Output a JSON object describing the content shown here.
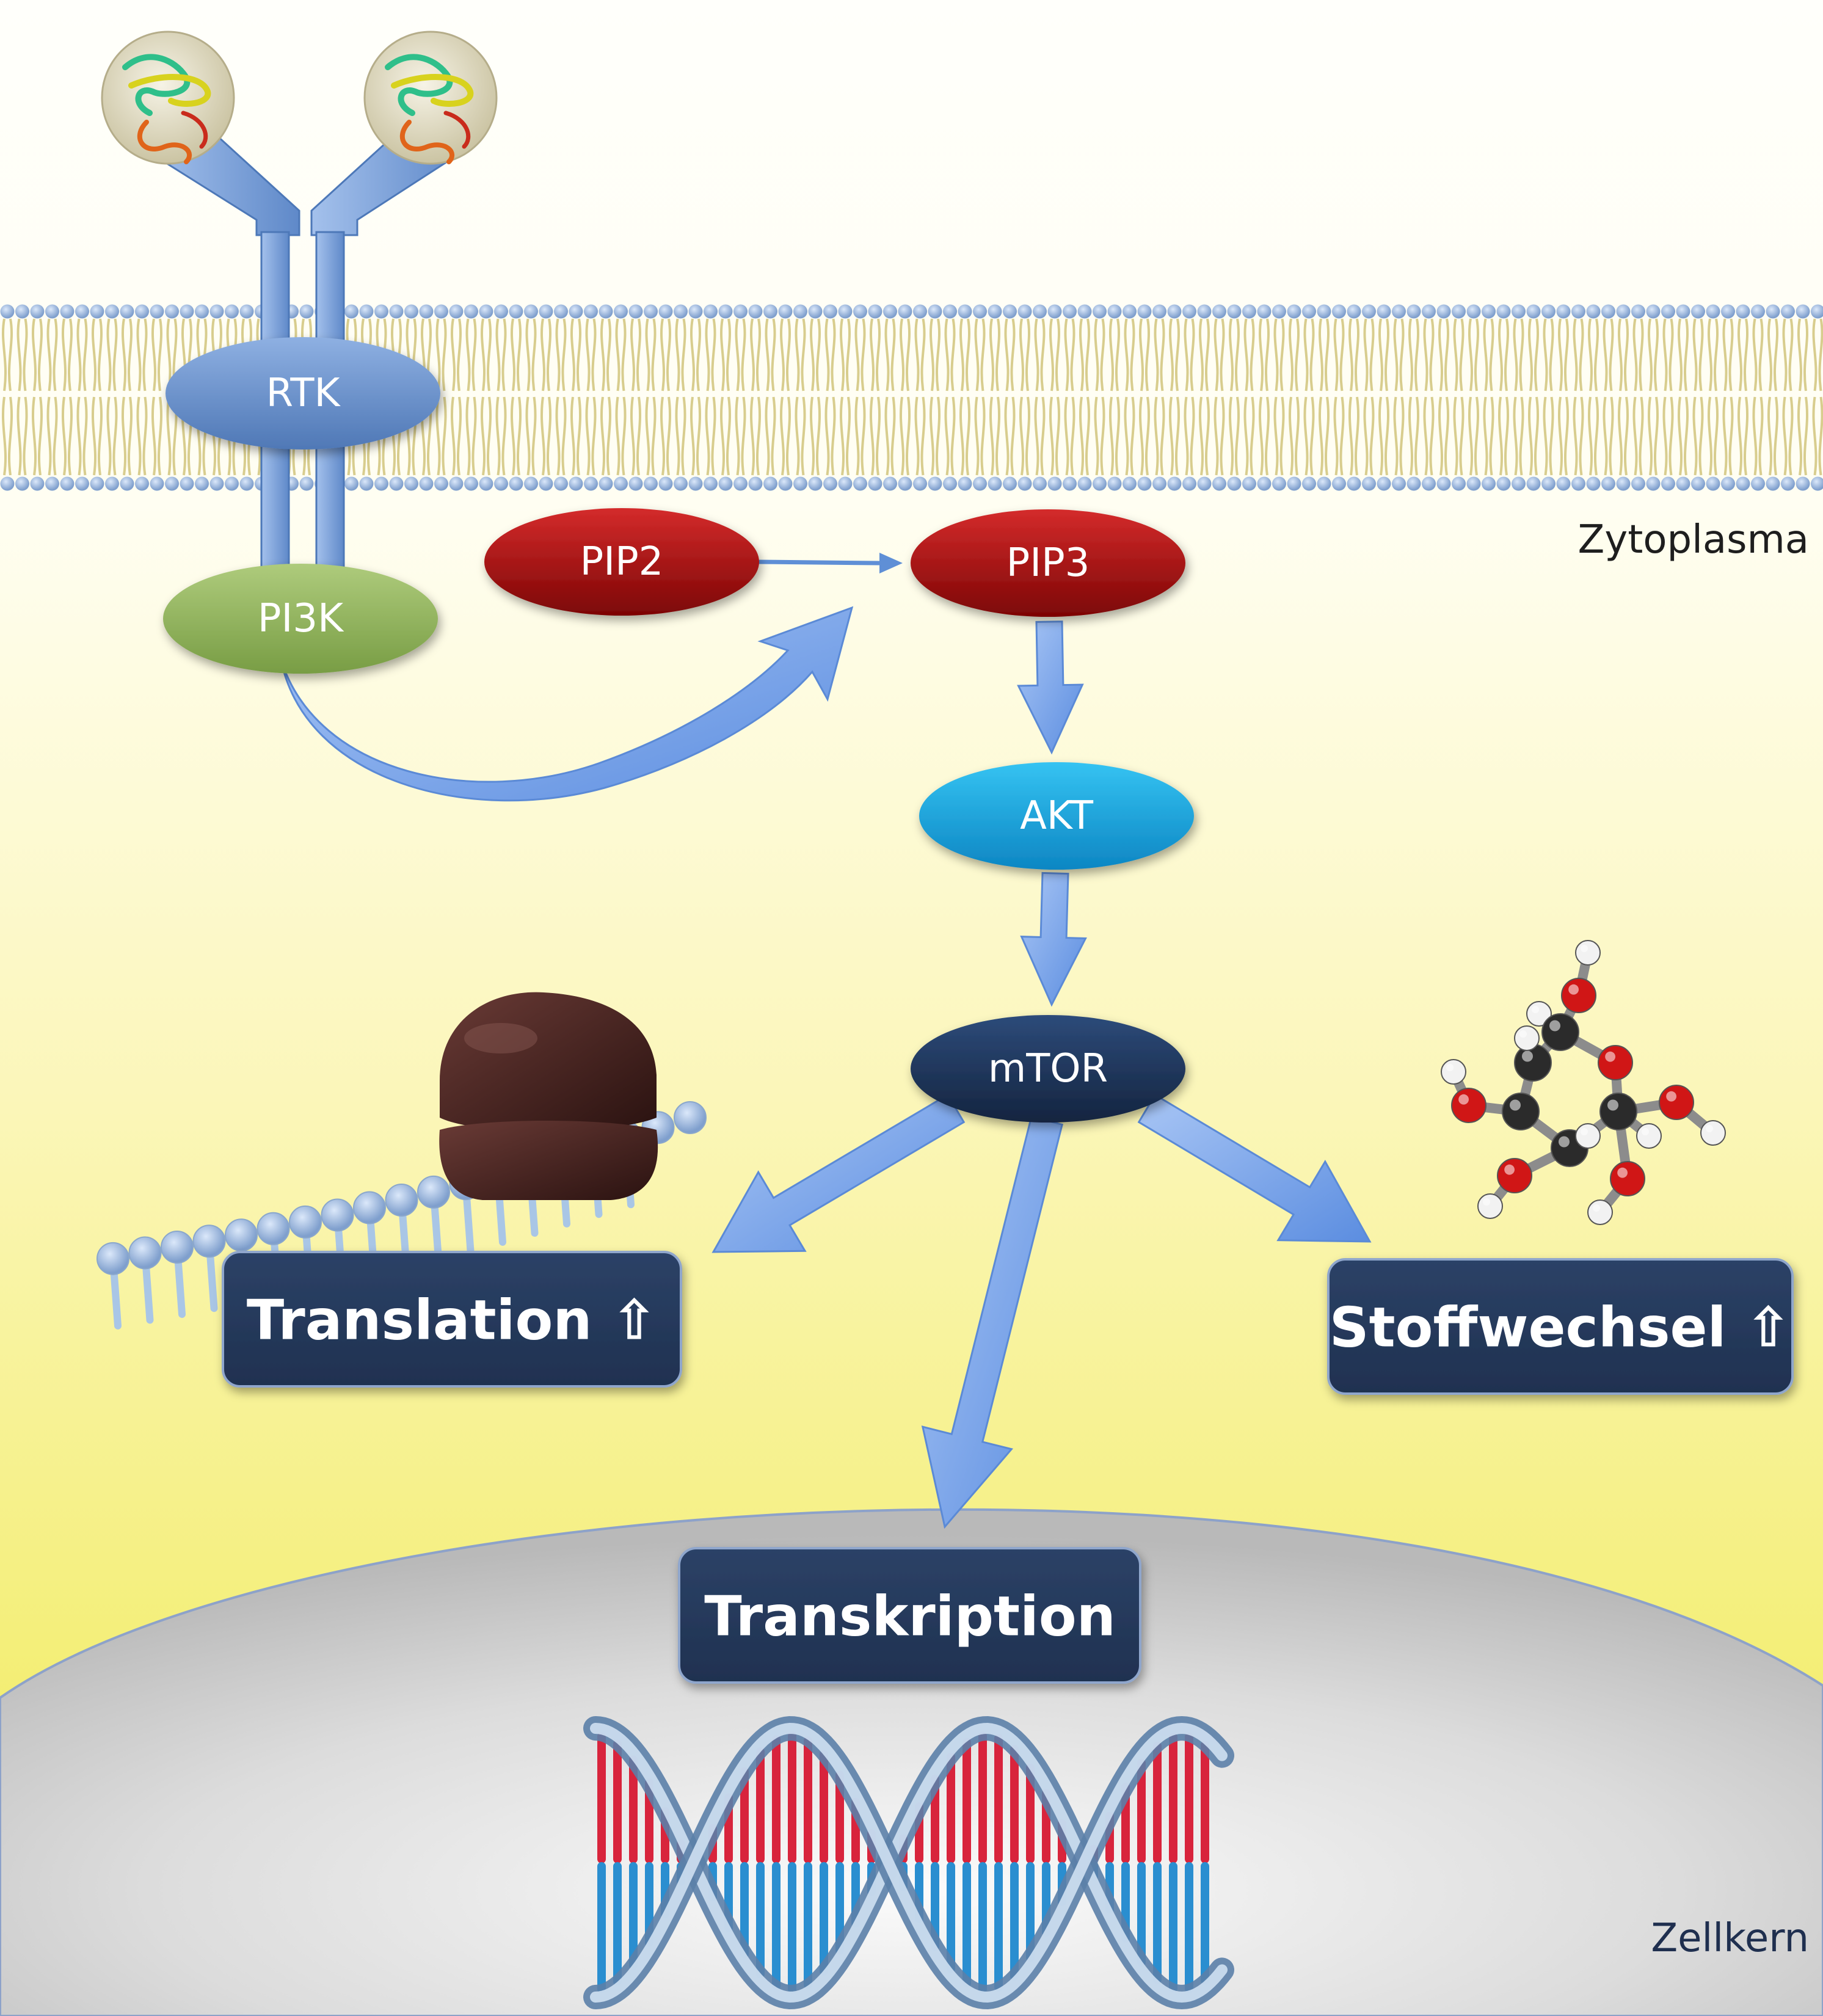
{
  "nodes": {
    "rtk": "RTK",
    "pi3k": "PI3K",
    "pip2": "PIP2",
    "pip3": "PIP3",
    "akt": "AKT",
    "mtor": "mTOR"
  },
  "outcomes": {
    "translation": "Translation ⇧",
    "stoffwechsel": "Stoffwechsel ⇧",
    "transkription": "Transkription"
  },
  "regions": {
    "cytoplasm": "Zytoplasma",
    "nucleus": "Zellkern"
  },
  "colors": {
    "membrane_head": "#9db7dc",
    "membrane_tail": "#d8cd8e",
    "receptor": "#5f89c9",
    "pi3k": "#8aad56",
    "pip": "#a50f0f",
    "akt": "#13a3dd",
    "mtor": "#1c3356",
    "outcome_box": "#25395b",
    "arrow": "#7aa7ee",
    "dna_red": "#d8243c",
    "dna_blue": "#2a8ed0"
  }
}
